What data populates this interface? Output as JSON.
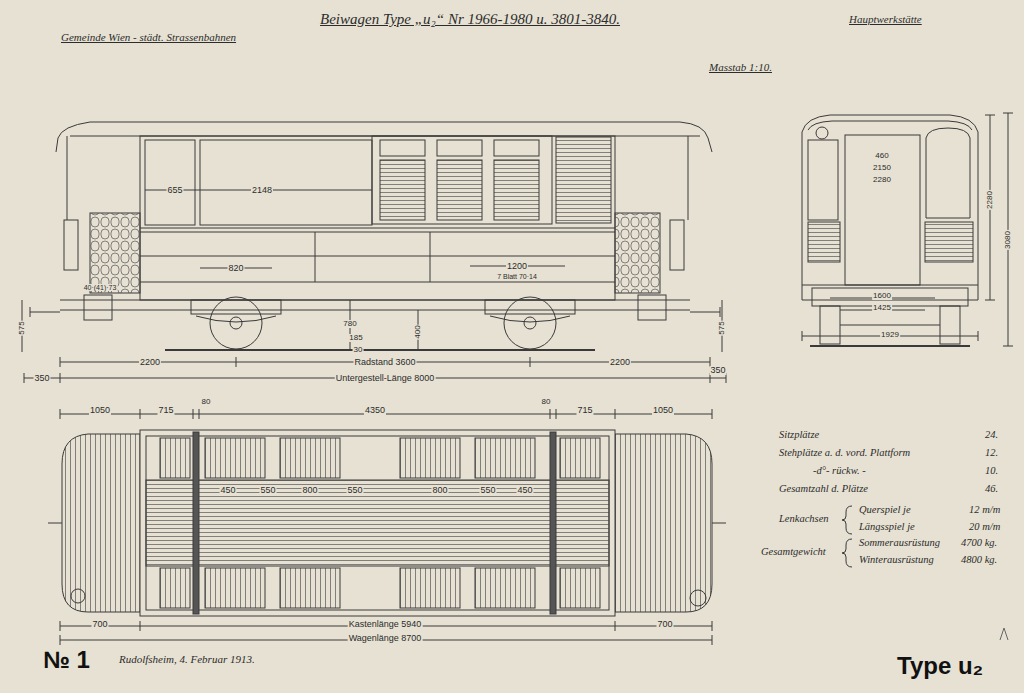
{
  "diagram": {
    "title": "Beiwagen Type „u₂“ Nr 1966-1980 u. 3801-3840.",
    "labels": [
      "Gemeinde Wien - städt. Strassenbahnen",
      "Hauptwerkstätte",
      "Masstab 1:10.",
      "655",
      "2148",
      "820",
      "1200",
      "7 Blatt 70·14",
      "40·(41)·73",
      "780",
      "185",
      "30",
      "575",
      "575",
      "400",
      "2200",
      "Radstand 3600",
      "2200",
      "350",
      "Untergestell-Länge 8000",
      "350",
      "1050",
      "715",
      "80",
      "4350",
      "80",
      "715",
      "1050",
      "450",
      "550",
      "800",
      "550",
      "800",
      "550",
      "450",
      "700",
      "Kastenlänge 5940",
      "700",
      "Wagenlänge 8700",
      "460",
      "2150",
      "2280",
      "1600",
      "1425",
      "1929",
      "2280",
      "3080",
      "Sitzplätze",
      "24.",
      "Stehplätze a. d. vord. Plattform",
      "12.",
      "-d°- rückw. -",
      "10.",
      "Gesamtzahl d. Plätze",
      "46.",
      "Lenkachsen",
      "Querspiel je",
      "12 m/m",
      "Längsspiel je",
      "20 m/m",
      "Gesamtgewicht",
      "Sommerausrüstung",
      "4700 kg.",
      "Winterausrüstung",
      "4800 kg.",
      "№ 1",
      "Rudolfsheim, 4. Februar 1913.",
      "Type u₂"
    ]
  }
}
